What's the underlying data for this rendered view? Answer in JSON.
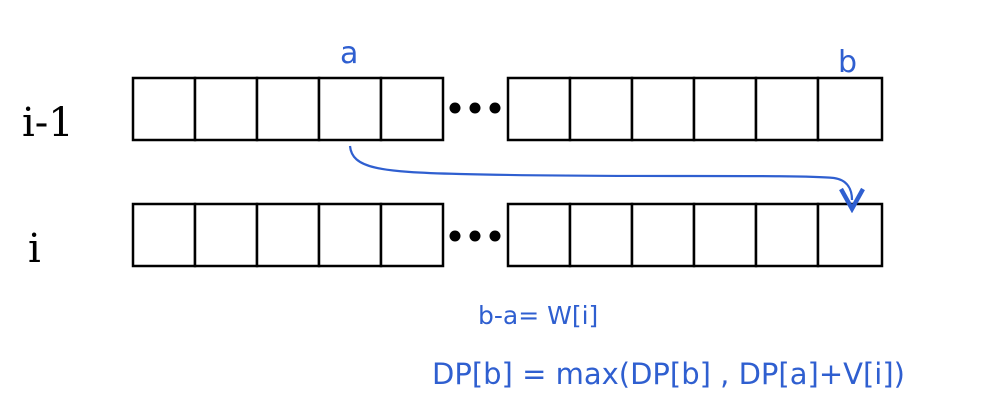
{
  "rows": [
    {
      "label": "i-1",
      "left_cells": 5,
      "right_cells": 6
    },
    {
      "label": "i",
      "left_cells": 5,
      "right_cells": 6
    }
  ],
  "column_labels": {
    "a": "a",
    "b": "b"
  },
  "formulas": {
    "line1": "b-a= W[i]",
    "line2": "DP[b] = max(DP[b] , DP[a]+V[i])"
  },
  "colors": {
    "accent": "#2f5fd0",
    "ink": "#000000"
  }
}
